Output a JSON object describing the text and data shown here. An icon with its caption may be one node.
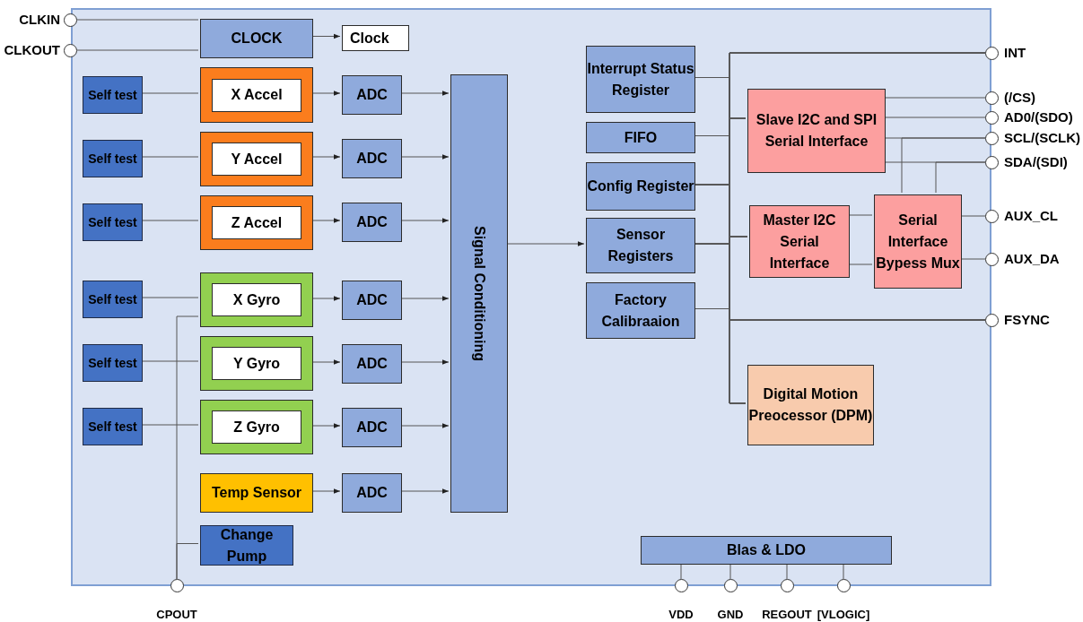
{
  "diagram": {
    "nodes": [
      {
        "text": [],
        "shape": "box"
      },
      {
        "text": [
          "CLKIN"
        ]
      },
      {
        "text": [
          "CLKOUT"
        ]
      },
      {
        "text": [
          "CLOCK"
        ],
        "in": 0
      },
      {
        "text": [
          "Clock"
        ],
        "in": 0
      },
      {
        "text": [
          "Self test"
        ],
        "in": 0
      },
      {
        "text": [
          "X Accel"
        ],
        "in": 0
      },
      {
        "text": [
          "ADC"
        ],
        "in": 0
      },
      {
        "text": [
          "Self test"
        ],
        "in": 0
      },
      {
        "text": [
          "Y Accel"
        ],
        "in": 0
      },
      {
        "text": [
          "ADC"
        ],
        "in": 0
      },
      {
        "text": [
          "Self test"
        ],
        "in": 0
      },
      {
        "text": [
          "Z Accel"
        ],
        "in": 0
      },
      {
        "text": [
          "ADC"
        ],
        "in": 0
      },
      {
        "text": [
          "Self test"
        ],
        "in": 0
      },
      {
        "text": [
          "X Gyro"
        ],
        "in": 0
      },
      {
        "text": [
          "ADC"
        ],
        "in": 0
      },
      {
        "text": [
          "Self test"
        ],
        "in": 0
      },
      {
        "text": [
          "Y Gyro"
        ],
        "in": 0
      },
      {
        "text": [
          "ADC"
        ],
        "in": 0
      },
      {
        "text": [
          "Self test"
        ],
        "in": 0
      },
      {
        "text": [
          "Z Gyro"
        ],
        "in": 0
      },
      {
        "text": [
          "ADC"
        ],
        "in": 0
      },
      {
        "text": [
          "Temp Sensor"
        ],
        "in": 0
      },
      {
        "text": [
          "ADC"
        ],
        "in": 0
      },
      {
        "text": [
          "Change Pump"
        ],
        "in": 0
      },
      {
        "text": [
          "Signal Conditioning"
        ],
        "in": 0
      },
      {
        "text": [
          "Interrupt Status Register"
        ],
        "in": 0
      },
      {
        "text": [
          "FIFO"
        ],
        "in": 0
      },
      {
        "text": [
          "Config Register"
        ],
        "in": 0
      },
      {
        "text": [
          "Sensor Registers"
        ],
        "in": 0
      },
      {
        "text": [
          "Factory Calibraaion"
        ],
        "in": 0
      },
      {
        "text": [
          "Slave I2C and SPI Serial Interface"
        ],
        "in": 0
      },
      {
        "text": [
          "Master I2C Serial Interface"
        ],
        "in": 0
      },
      {
        "text": [
          "Serial Interface Bypess Mux"
        ],
        "in": 0
      },
      {
        "text": [
          "Digital Motion Preocessor (DPM)"
        ],
        "in": 0
      },
      {
        "text": [
          "Blas & LDO"
        ],
        "in": 0
      },
      {
        "text": [
          "INT"
        ]
      },
      {
        "text": [
          "(/CS)"
        ]
      },
      {
        "text": [
          "AD0/(SDO)"
        ]
      },
      {
        "text": [
          "SCL/(SCLK)"
        ]
      },
      {
        "text": [
          "SDA/(SDI)"
        ]
      },
      {
        "text": [
          "AUX_CL"
        ]
      },
      {
        "text": [
          "AUX_DA"
        ]
      },
      {
        "text": [
          "FSYNC"
        ]
      },
      {
        "text": [
          "CPOUT"
        ]
      },
      {
        "text": [
          "VDD"
        ]
      },
      {
        "text": [
          "GND"
        ]
      },
      {
        "text": [
          "REGOUT"
        ]
      },
      {
        "text": [
          "[VLOGIC]"
        ]
      }
    ],
    "edges": [
      {
        "from": 1,
        "to": 3,
        "arrow": "none"
      },
      {
        "from": 2,
        "to": 3,
        "arrow": "none"
      },
      {
        "from": 3,
        "to": 4,
        "arrow": "to"
      },
      {
        "from": 5,
        "to": 6,
        "arrow": "none"
      },
      {
        "from": 6,
        "to": 7,
        "arrow": "to"
      },
      {
        "from": 7,
        "to": 26,
        "arrow": "to"
      },
      {
        "from": 8,
        "to": 9,
        "arrow": "none"
      },
      {
        "from": 9,
        "to": 10,
        "arrow": "to"
      },
      {
        "from": 10,
        "to": 26,
        "arrow": "to"
      },
      {
        "from": 11,
        "to": 12,
        "arrow": "none"
      },
      {
        "from": 12,
        "to": 13,
        "arrow": "to"
      },
      {
        "from": 13,
        "to": 26,
        "arrow": "to"
      },
      {
        "from": 14,
        "to": 15,
        "arrow": "none"
      },
      {
        "from": 15,
        "to": 16,
        "arrow": "to"
      },
      {
        "from": 16,
        "to": 26,
        "arrow": "to"
      },
      {
        "from": 17,
        "to": 18,
        "arrow": "none"
      },
      {
        "from": 18,
        "to": 19,
        "arrow": "to"
      },
      {
        "from": 19,
        "to": 26,
        "arrow": "to"
      },
      {
        "from": 20,
        "to": 21,
        "arrow": "none"
      },
      {
        "from": 21,
        "to": 22,
        "arrow": "to"
      },
      {
        "from": 22,
        "to": 26,
        "arrow": "to"
      },
      {
        "from": 23,
        "to": 24,
        "arrow": "to"
      },
      {
        "from": 24,
        "to": 26,
        "arrow": "to"
      },
      {
        "from": 15,
        "to": 45,
        "arrow": "none"
      },
      {
        "from": 25,
        "to": 45,
        "arrow": "none"
      },
      {
        "from": 26,
        "to": 30,
        "arrow": "to"
      },
      {
        "from": 27,
        "to": 37,
        "arrow": "none"
      },
      {
        "from": 27,
        "to": 32,
        "arrow": "none"
      },
      {
        "from": 27,
        "to": 33,
        "arrow": "none"
      },
      {
        "from": 27,
        "to": 44,
        "arrow": "none"
      },
      {
        "from": 27,
        "to": 35,
        "arrow": "none"
      },
      {
        "from": 28,
        "to": 37,
        "arrow": "none"
      },
      {
        "from": 28,
        "to": 32,
        "arrow": "none"
      },
      {
        "from": 28,
        "to": 33,
        "arrow": "none"
      },
      {
        "from": 28,
        "to": 44,
        "arrow": "none"
      },
      {
        "from": 28,
        "to": 35,
        "arrow": "none"
      },
      {
        "from": 29,
        "to": 37,
        "arrow": "none"
      },
      {
        "from": 29,
        "to": 32,
        "arrow": "none"
      },
      {
        "from": 29,
        "to": 33,
        "arrow": "none"
      },
      {
        "from": 29,
        "to": 44,
        "arrow": "none"
      },
      {
        "from": 29,
        "to": 35,
        "arrow": "none"
      },
      {
        "from": 30,
        "to": 37,
        "arrow": "none"
      },
      {
        "from": 30,
        "to": 32,
        "arrow": "none"
      },
      {
        "from": 30,
        "to": 33,
        "arrow": "none"
      },
      {
        "from": 30,
        "to": 44,
        "arrow": "none"
      },
      {
        "from": 30,
        "to": 35,
        "arrow": "none"
      },
      {
        "from": 31,
        "to": 37,
        "arrow": "none"
      },
      {
        "from": 31,
        "to": 32,
        "arrow": "none"
      },
      {
        "from": 31,
        "to": 33,
        "arrow": "none"
      },
      {
        "from": 31,
        "to": 44,
        "arrow": "none"
      },
      {
        "from": 31,
        "to": 35,
        "arrow": "none"
      },
      {
        "from": 32,
        "to": 38,
        "arrow": "none"
      },
      {
        "from": 32,
        "to": 39,
        "arrow": "none"
      },
      {
        "from": 32,
        "to": 40,
        "arrow": "none"
      },
      {
        "from": 32,
        "to": 41,
        "arrow": "none"
      },
      {
        "from": 34,
        "to": 40,
        "arrow": "none"
      },
      {
        "from": 34,
        "to": 41,
        "arrow": "none"
      },
      {
        "from": 33,
        "to": 34,
        "arrow": "none"
      },
      {
        "from": 33,
        "to": 34,
        "arrow": "none"
      },
      {
        "from": 34,
        "to": 42,
        "arrow": "none"
      },
      {
        "from": 34,
        "to": 43,
        "arrow": "none"
      },
      {
        "from": 36,
        "to": 46,
        "arrow": "none"
      },
      {
        "from": 36,
        "to": 47,
        "arrow": "none"
      },
      {
        "from": 36,
        "to": 48,
        "arrow": "none"
      },
      {
        "from": 36,
        "to": 49,
        "arrow": "none"
      }
    ]
  }
}
